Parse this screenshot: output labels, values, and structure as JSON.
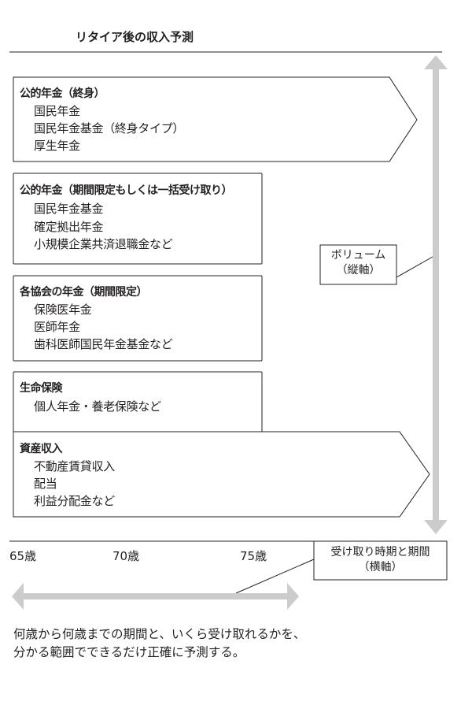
{
  "title": "リタイア後の収入予測",
  "boxes": [
    {
      "heading": "公的年金（終身）",
      "items": [
        "国民年金",
        "国民年金基金（終身タイプ）",
        "厚生年金"
      ]
    },
    {
      "heading": "公的年金（期間限定もしくは一括受け取り）",
      "items": [
        "国民年金基金",
        "確定拠出年金",
        "小規模企業共済退職金など"
      ]
    },
    {
      "heading": "各協会の年金（期間限定）",
      "items": [
        "保険医年金",
        "医師年金",
        "歯科医師国民年金基金など"
      ]
    },
    {
      "heading": "生命保険",
      "items": [
        "個人年金・養老保険など"
      ]
    },
    {
      "heading": "資産収入",
      "items": [
        "不動産賃貸収入",
        "配当",
        "利益分配金など"
      ]
    }
  ],
  "vertical_axis": {
    "line1": "ボリューム",
    "line2": "（縦軸）"
  },
  "horizontal_axis": {
    "line1": "受け取り時期と期間",
    "line2": "（横軸）"
  },
  "ages": [
    "65歳",
    "70歳",
    "75歳"
  ],
  "note": [
    "何歳から何歳までの期間と、いくら受け取れるかを、",
    "分かる範囲でできるだけ正確に予測する。"
  ],
  "colors": {
    "line": "#231f20",
    "arrow": "#cccccc"
  }
}
